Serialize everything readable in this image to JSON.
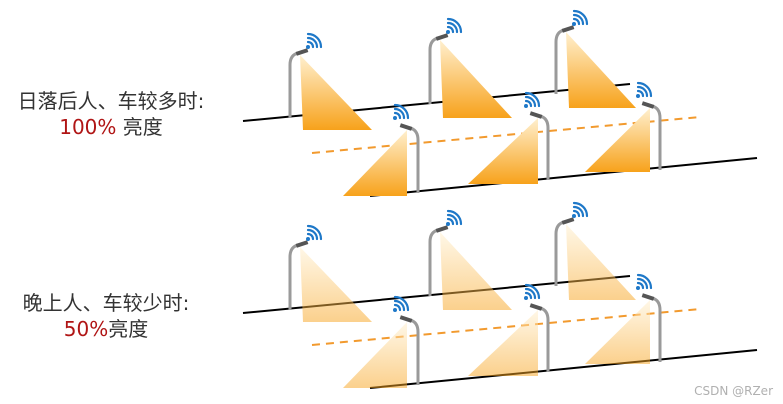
{
  "panels": [
    {
      "condition": "日落后人、车较多时:",
      "percent": "100%",
      "brightness": " 亮度",
      "opacity": 1.0
    },
    {
      "condition": "晚上人、车较少时:",
      "percent": "50%",
      "brightness": "亮度",
      "opacity": 0.5
    }
  ],
  "colors": {
    "light_warm": "#f7a21b",
    "light_pale": "#fff0cf",
    "road": "#000000",
    "median": "#f29a2e",
    "pole": "#9a9a9a",
    "wifi": "#1e78c8",
    "percent_text": "#b01515"
  },
  "icons": [
    "street-lamp-icon",
    "wifi-signal-icon"
  ],
  "watermark": "CSDN @RZer"
}
